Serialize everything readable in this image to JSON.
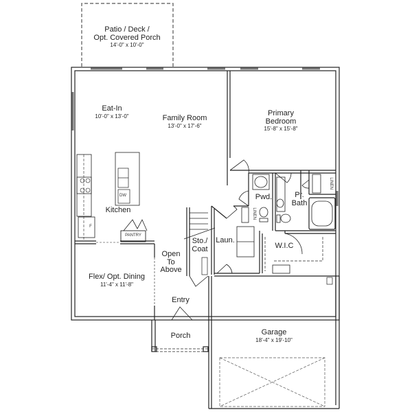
{
  "plan": {
    "type": "floor plan",
    "level": "first floor",
    "wall_color": "#222222",
    "dashed_color": "#555555",
    "window_color": "#9a9a9a"
  },
  "rooms": {
    "patio": {
      "name_line1": "Patio / Deck /",
      "name_line2": "Opt. Covered Porch",
      "dimensions": "14'-0\" x 10'-0\""
    },
    "eat_in": {
      "name": "Eat-In",
      "dimensions": "10'-0\" x 13'-0\""
    },
    "family_room": {
      "name": "Family Room",
      "dimensions": "13'-0\" x 17'-6\""
    },
    "primary_bedroom": {
      "name_line1": "Primary",
      "name_line2": "Bedroom",
      "dimensions": "15'-8\" x 15'-8\""
    },
    "kitchen": {
      "name": "Kitchen"
    },
    "pantry": {
      "name": "PANTRY"
    },
    "powder": {
      "name": "Pwd."
    },
    "primary_bath": {
      "name_line1": "Pr.",
      "name_line2": "Bath"
    },
    "storage_coat": {
      "name_line1": "Sto./",
      "name_line2": "Coat"
    },
    "laundry": {
      "name": "Laun."
    },
    "wic": {
      "name": "W.I.C"
    },
    "open_to_above": {
      "line1": "Open",
      "line2": "To",
      "line3": "Above"
    },
    "flex": {
      "name": "Flex/ Opt. Dining",
      "dimensions": "11'-4\" x 11'-8\""
    },
    "entry": {
      "name": "Entry"
    },
    "porch": {
      "name": "Porch"
    },
    "garage": {
      "name": "Garage",
      "dimensions": "18'-4\" x 19'-10\""
    }
  },
  "fixtures": {
    "dishwasher": "DW",
    "fridge": "F",
    "linen_laundry": "LINEN",
    "linen_bath": "LINEN"
  }
}
